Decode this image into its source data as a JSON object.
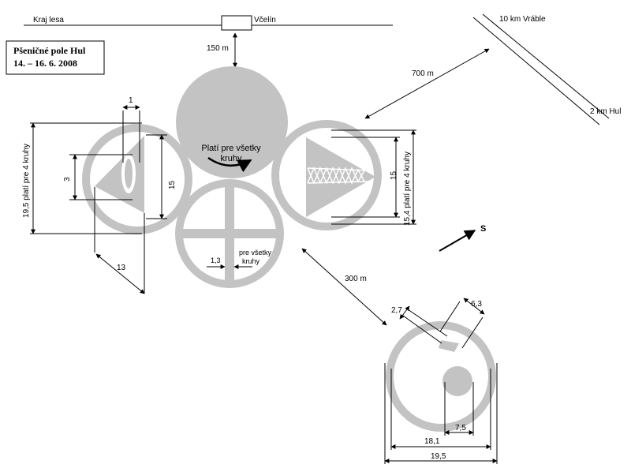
{
  "title_box": {
    "line1": "Pšeničné pole Hul",
    "line2": "14. – 16. 6. 2008"
  },
  "labels": {
    "forest_edge": "Kraj lesa",
    "apiary": "Včelín",
    "apiary_distance": "150 m",
    "road_vrable": "10 km Vráble",
    "road_hul": "2 km Hul",
    "distance_700": "700 m",
    "distance_300": "300 m",
    "north_marker": "S",
    "applies_all_line1": "Platí pre všetky",
    "applies_all_line2": "kruhy",
    "cross_note_line1": "pre všetky",
    "cross_note_line2": "kruhy"
  },
  "dimensions": {
    "left_width_1": "1",
    "left_height_3": "3",
    "left_height_15": "15",
    "left_outer": "19,5 platí pre 4 kruhy",
    "left_diag_13": "13",
    "right_15": "15",
    "right_outer": "15,4 platí pre 4 kruhy",
    "cross_1_3": "1,3",
    "bottom_2_7": "2,7",
    "bottom_6_3": "6,3",
    "bottom_18_1": "18,1",
    "bottom_7_5": "7,5",
    "bottom_19_5": "19,5"
  },
  "colors": {
    "formation": "#c3c3c3",
    "lines": "#000000"
  }
}
